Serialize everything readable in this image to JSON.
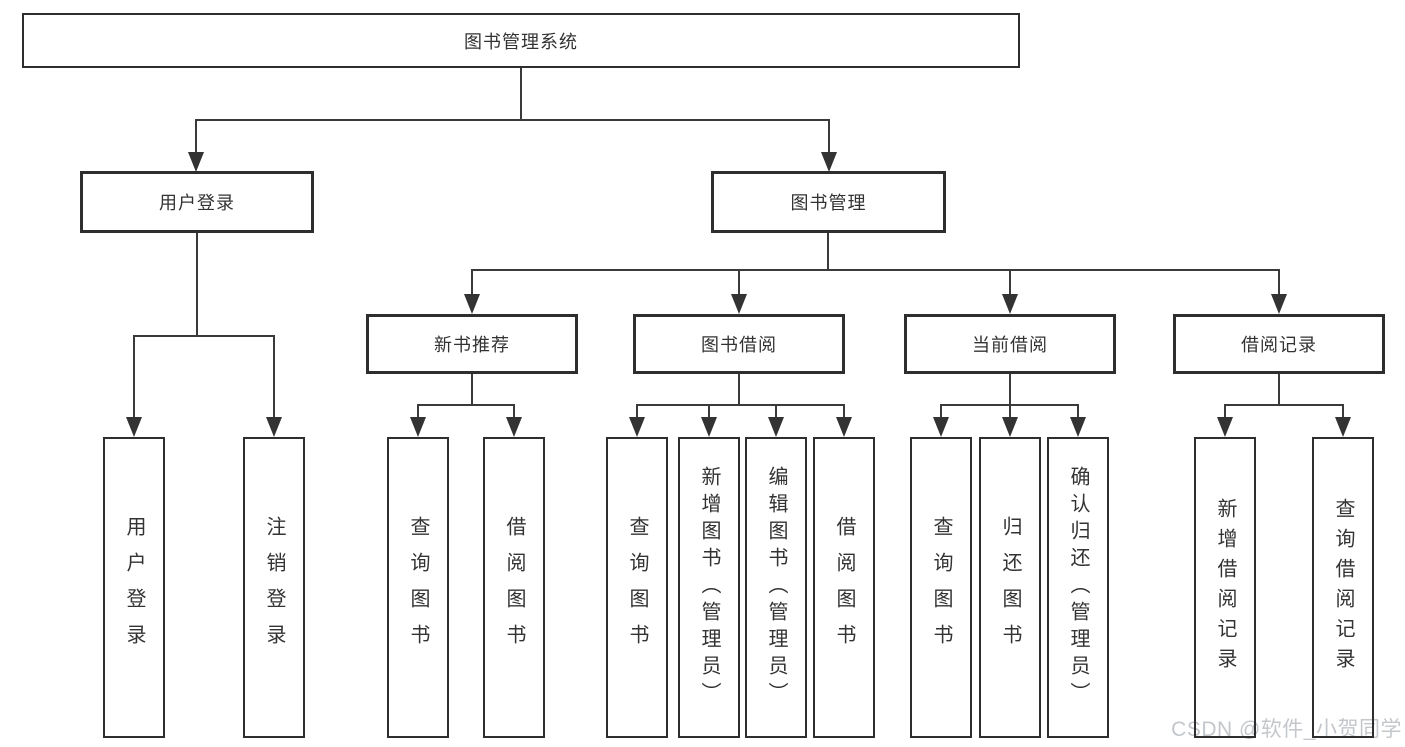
{
  "diagram_title": "图书管理系统",
  "tree": {
    "label": "图书管理系统",
    "children": [
      {
        "label": "用户登录",
        "children": [
          {
            "label": "用户登录"
          },
          {
            "label": "注销登录"
          }
        ]
      },
      {
        "label": "图书管理",
        "children": [
          {
            "label": "新书推荐",
            "children": [
              {
                "label": "查询图书"
              },
              {
                "label": "借阅图书"
              }
            ]
          },
          {
            "label": "图书借阅",
            "children": [
              {
                "label": "查询图书"
              },
              {
                "label": "新增图书（管理员）"
              },
              {
                "label": "编辑图书（管理员）"
              },
              {
                "label": "借阅图书"
              }
            ]
          },
          {
            "label": "当前借阅",
            "children": [
              {
                "label": "查询图书"
              },
              {
                "label": "归还图书"
              },
              {
                "label": "确认归还（管理员）"
              }
            ]
          },
          {
            "label": "借阅记录",
            "children": [
              {
                "label": "新增借阅记录"
              },
              {
                "label": "查询借阅记录"
              }
            ]
          }
        ]
      }
    ]
  },
  "watermark": {
    "text": "CSDN @软件_小贺同学"
  },
  "colors": {
    "line": "#3a3a3a",
    "box_border": "#2e2e2e",
    "text": "#333333",
    "background": "#ffffff",
    "watermark": "#c3c7cb"
  }
}
